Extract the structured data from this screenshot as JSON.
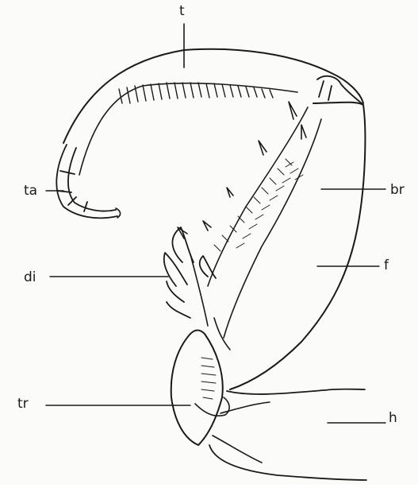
{
  "figure": {
    "subject": "raptorial foreleg drawing",
    "ink_color": "#1a1a1a",
    "paper_color": "#fbfbf9",
    "labels": {
      "t": "t",
      "ta": "ta",
      "br": "br",
      "f": "f",
      "di": "di",
      "tr": "tr",
      "h": "h"
    }
  }
}
